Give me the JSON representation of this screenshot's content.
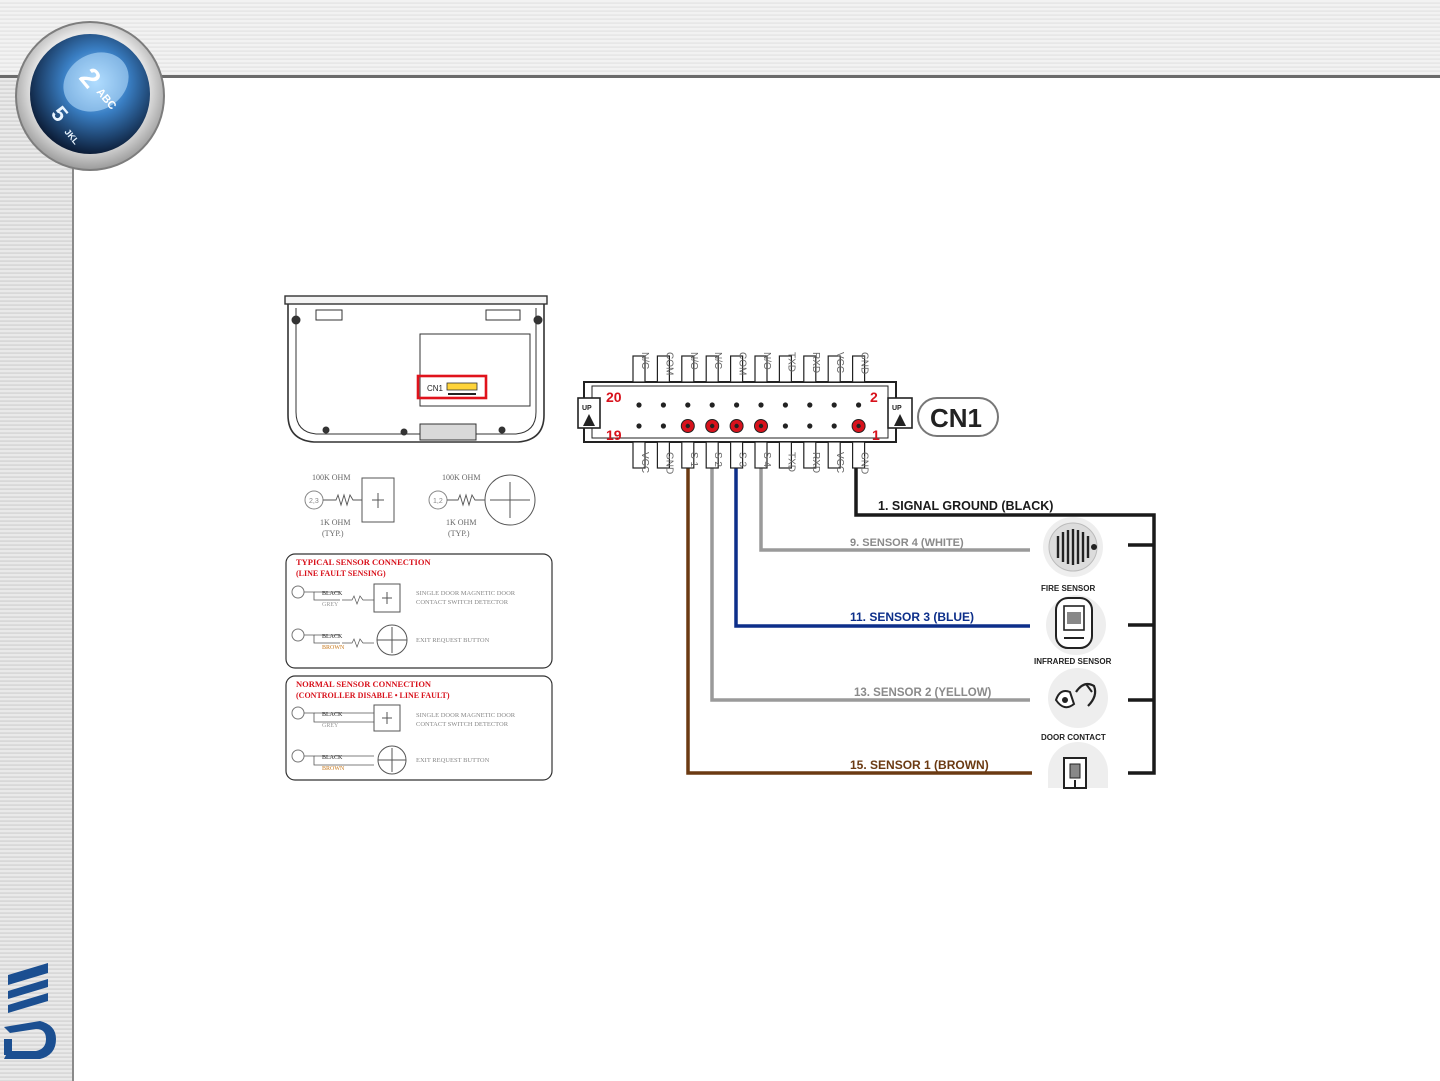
{
  "device_panel": {
    "cn1_label": "CN1",
    "resistor_high": "100K OHM",
    "resistor_low": "1K OHM",
    "typ": "(TYP.)",
    "terminal_a": "2,3",
    "terminal_b": "1,2",
    "typical_box": {
      "title": "TYPICAL SENSOR CONNECTION",
      "subtitle": "(LINE FAULT SENSING)",
      "row1_wires": [
        "BLACK",
        "GREY"
      ],
      "row1_desc": [
        "SINGLE DOOR MAGNETIC DOOR",
        "CONTACT SWITCH DETECTOR"
      ],
      "row2_wires": [
        "BLACK",
        "BROWN"
      ],
      "row2_desc": "EXIT REQUEST BUTTON"
    },
    "normal_box": {
      "title": "NORMAL SENSOR CONNECTION",
      "subtitle": "(CONTROLLER DISABLE • LINE FAULT)",
      "row1_wires": [
        "BLACK",
        "GREY"
      ],
      "row1_desc": [
        "SINGLE DOOR MAGNETIC DOOR",
        "CONTACT SWITCH DETECTOR"
      ],
      "row2_wires": [
        "BLACK",
        "BROWN"
      ],
      "row2_desc": "EXIT REQUEST BUTTON"
    }
  },
  "connector": {
    "name": "CN1",
    "up_label": "UP",
    "pin_top_left": "20",
    "pin_top_right": "2",
    "pin_bottom_left": "19",
    "pin_bottom_right": "1",
    "top_pins": [
      "N/C",
      "COM",
      "N/O",
      "N/C",
      "COM",
      "N/O",
      "TXD",
      "RXD",
      "VCC",
      "GND"
    ],
    "bottom_pins": [
      "VCC",
      "GND",
      "S 1",
      "S 2",
      "S 3",
      "S 4",
      "TXD",
      "RXD",
      "VCC",
      "GND"
    ]
  },
  "wires": [
    {
      "label": "1. SIGNAL GROUND (BLACK)",
      "color": "#1a1a1a"
    },
    {
      "label": "9.   SENSOR 4 (WHITE)",
      "color": "#9a9a9a"
    },
    {
      "label": "11. SENSOR 3 (BLUE)",
      "color": "#0d2f8a"
    },
    {
      "label": "13. SENSOR 2 (YELLOW)",
      "color": "#9a9a9a"
    },
    {
      "label": "15. SENSOR 1 (BROWN)",
      "color": "#6b3a12"
    }
  ],
  "sensors": [
    {
      "label": "FIRE SENSOR",
      "icon": "fire-sensor-icon"
    },
    {
      "label": "INFRARED SENSOR",
      "icon": "infrared-sensor-icon"
    },
    {
      "label": "DOOR CONTACT",
      "icon": "door-contact-icon"
    },
    {
      "label": "",
      "icon": "exit-switch-icon"
    }
  ],
  "colors": {
    "highlight": "#e0121c",
    "pin_red": "#d8121c",
    "connector_bg": "#ffffff"
  }
}
